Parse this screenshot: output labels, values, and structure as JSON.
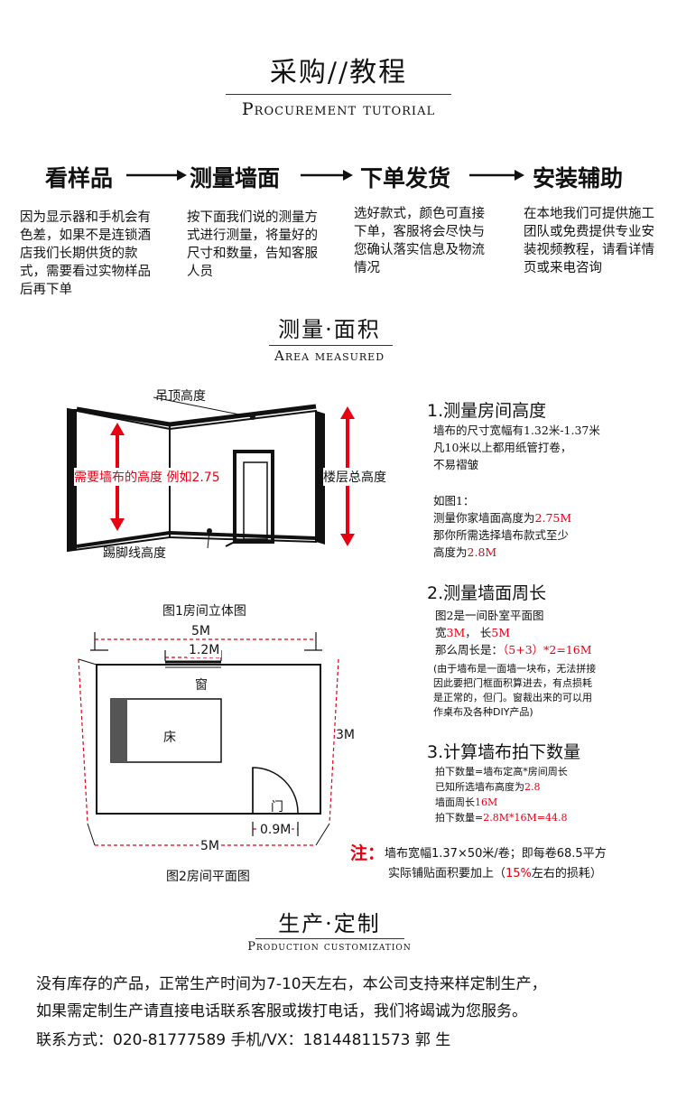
{
  "header": {
    "title": "采购//教程",
    "subtitle": "Procurement tutorial"
  },
  "steps": [
    {
      "label": "看样品",
      "desc": "因为显示器和手机会有色差，如果不是连锁酒店我们长期供货的款式，需要看过实物样品后再下单"
    },
    {
      "label": "测量墙面",
      "desc": "按下面我们说的测量方式进行测量，将量好的尺寸和数量，告知客服人员"
    },
    {
      "label": "下单发货",
      "desc": "选好款式，颜色可直接下单，客服将会尽快与您确认落实信息及物流情况"
    },
    {
      "label": "安装辅助",
      "desc": "在本地我们可提供施工团队或免费提供专业安装视频教程，请看详情页或来电咨询"
    }
  ],
  "area_header": {
    "title": "测量·面积",
    "subtitle": "Area measured"
  },
  "fig1": {
    "ceiling": "吊顶高度",
    "wall_height": "需要墙布的高度 例如2.75",
    "floor_height": "楼层总高度",
    "skirting": "踢脚线高度",
    "caption": "图1房间立体图"
  },
  "fig2": {
    "top_width": "5M",
    "window_width": "1.2M",
    "window": "窗",
    "bed": "床",
    "height": "3M",
    "door": "门",
    "door_width": "0.9M",
    "bottom_width": "5M",
    "caption": "图2房间平面图"
  },
  "section1": {
    "title": "1.测量房间高度",
    "lines": [
      "墙布的尺寸宽幅有1.32米-1.37米",
      "凡10米以上都用纸管打卷，",
      "不易褶皱"
    ],
    "example_label": "如图1：",
    "ex_line1_a": "测量你家墙面高度为",
    "ex_line1_b": "2.75M",
    "ex_line2": "那你所需选择墙布款式至少",
    "ex_line3_a": "高度为",
    "ex_line3_b": "2.8M"
  },
  "section2": {
    "title": "2.测量墙面周长",
    "line1": "图2是一间卧室平面图",
    "line2_a": "宽",
    "line2_b": "3M",
    "line2_c": "，  长",
    "line2_d": "5M",
    "line3_a": "那么周长是：",
    "line3_b": "（5+3）*2=16M",
    "note": [
      "(由于墙布是一面墙一块布，无法拼接",
      "因此要把门框面积算进去，有点损耗",
      "是正常的，但门。窗裁出来的可以用",
      "作桌布及各种DIY产品)"
    ]
  },
  "section3": {
    "title": "3.计算墙布拍下数量",
    "line1": "拍下数量=墙布定高*房间周长",
    "line2_a": "已知所选墙布高度为",
    "line2_b": "2.8",
    "line3_a": "墙面周长",
    "line3_b": "16M",
    "line4_a": "拍下数量=",
    "line4_b": "2.8M*16M=44.8"
  },
  "note": {
    "mark": "注：",
    "line1": "墙布宽幅1.37×50米/卷；即每卷68.5平方",
    "line2_a": "实际铺贴面积要加上（",
    "line2_b": "15%",
    "line2_c": "左右的损耗）"
  },
  "production_header": {
    "title": "生产·定制",
    "subtitle": "Production customization"
  },
  "bottom": {
    "line1": "没有库存的产品，正常生产时间为7-10天左右，本公司支持来样定制生产，",
    "line2": "如果需定制生产请直接电话联系客服或拨打电话，我们将竭诚为您服务。",
    "contact": "联系方式：020-81777589    手机/VX：18144811573 郭 生"
  },
  "colors": {
    "accent_red": "#e60012",
    "bed_gray": "#555555"
  }
}
